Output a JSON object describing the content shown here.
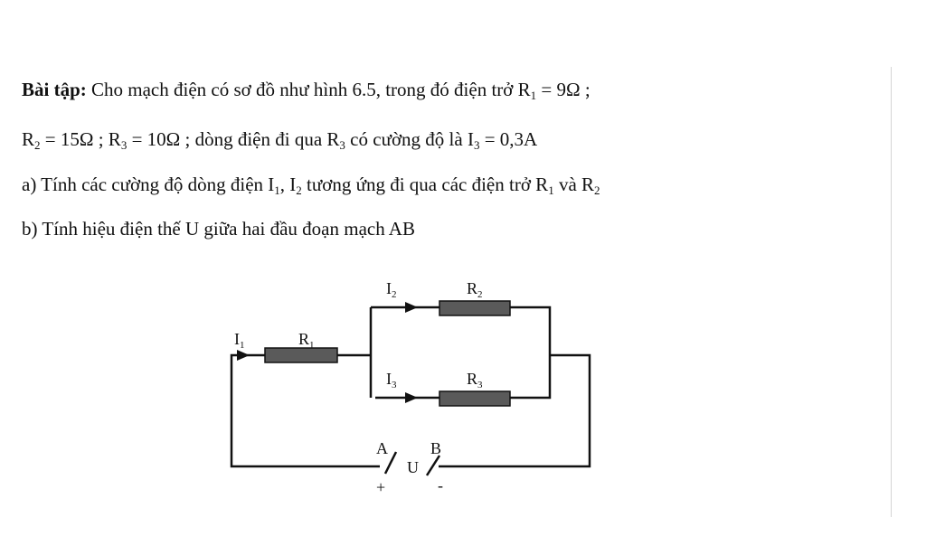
{
  "text": {
    "label_bt": "Bài tập:",
    "l1_main": " Cho mạch điện có sơ đồ như hình 6.5, trong đó điện trở R",
    "l1_sub": "1",
    "l1_tail": " = 9Ω ;",
    "l2_a": "R",
    "l2_a_sub": "2",
    "l2_b": " = 15Ω ; R",
    "l2_b_sub": "3",
    "l2_c": " = 10Ω ; dòng điện đi qua R",
    "l2_c_sub": "3",
    "l2_d": " có cường độ là I",
    "l2_d_sub": "3",
    "l2_e": " = 0,3A",
    "l3_a": "a) Tính các cường độ dòng điện I",
    "l3_a_sub": "1",
    "l3_b": ", I",
    "l3_b_sub": "2",
    "l3_c": " tương ứng đi qua các điện trở R",
    "l3_c_sub": "1",
    "l3_d": " và R",
    "l3_d_sub": "2",
    "l4": "b) Tính hiệu điện thế U giữa hai đầu đoạn mạch AB"
  },
  "circuit": {
    "i1": "I",
    "i1_sub": "1",
    "r1": "R",
    "r1_sub": "1",
    "i2": "I",
    "i2_sub": "2",
    "r2": "R",
    "r2_sub": "2",
    "i3": "I",
    "i3_sub": "3",
    "r3": "R",
    "r3_sub": "3",
    "a": "A",
    "b": "B",
    "u": "U",
    "plus": "+",
    "minus": "-"
  },
  "colors": {
    "resistor_fill": "#5a5a5a",
    "wire": "#111111"
  }
}
